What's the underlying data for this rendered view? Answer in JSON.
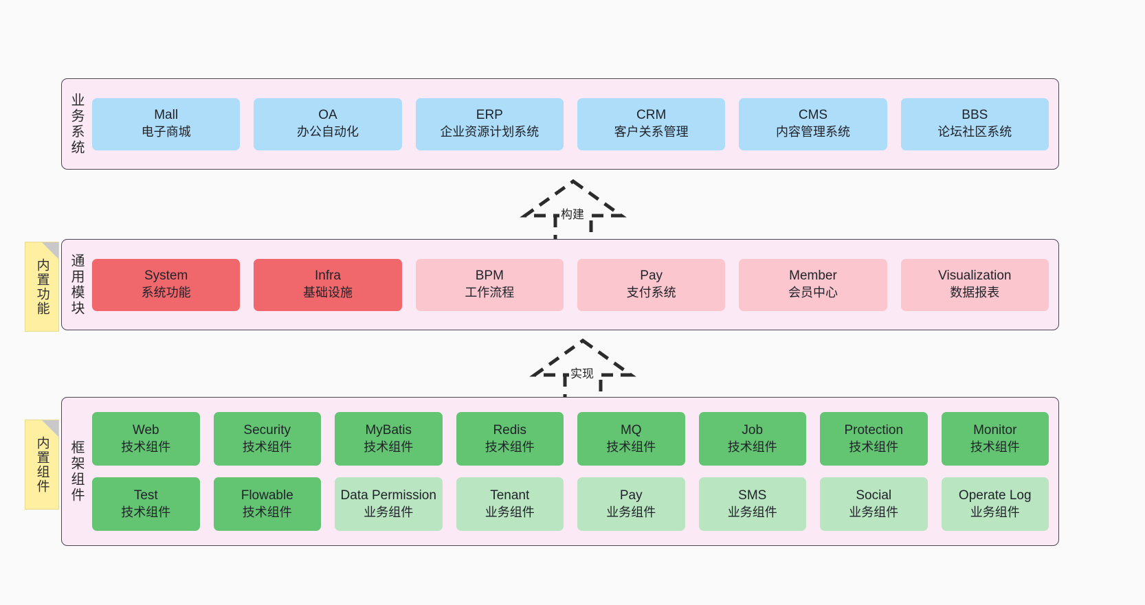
{
  "notes": [
    {
      "text": "内置功能",
      "name": "builtin-features-note"
    },
    {
      "text": "内置组件",
      "name": "builtin-components-note"
    }
  ],
  "arrows": [
    {
      "label": "构建",
      "name": "build-arrow"
    },
    {
      "label": "实现",
      "name": "implement-arrow"
    }
  ],
  "layers": [
    {
      "id": "business-systems",
      "title": "业务系统",
      "rows": [
        [
          {
            "title": "Mall",
            "sub": "电子商城",
            "color": "c-blue"
          },
          {
            "title": "OA",
            "sub": "办公自动化",
            "color": "c-blue"
          },
          {
            "title": "ERP",
            "sub": "企业资源计划系统",
            "color": "c-blue"
          },
          {
            "title": "CRM",
            "sub": "客户关系管理",
            "color": "c-blue"
          },
          {
            "title": "CMS",
            "sub": "内容管理系统",
            "color": "c-blue"
          },
          {
            "title": "BBS",
            "sub": "论坛社区系统",
            "color": "c-blue"
          }
        ]
      ]
    },
    {
      "id": "common-modules",
      "title": "通用模块",
      "rows": [
        [
          {
            "title": "System",
            "sub": "系统功能",
            "color": "c-red"
          },
          {
            "title": "Infra",
            "sub": "基础设施",
            "color": "c-red"
          },
          {
            "title": "BPM",
            "sub": "工作流程",
            "color": "c-pink"
          },
          {
            "title": "Pay",
            "sub": "支付系统",
            "color": "c-pink"
          },
          {
            "title": "Member",
            "sub": "会员中心",
            "color": "c-pink"
          },
          {
            "title": "Visualization",
            "sub": "数据报表",
            "color": "c-pink"
          }
        ]
      ]
    },
    {
      "id": "framework-components",
      "title": "框架组件",
      "rows": [
        [
          {
            "title": "Web",
            "sub": "技术组件",
            "color": "c-green"
          },
          {
            "title": "Security",
            "sub": "技术组件",
            "color": "c-green"
          },
          {
            "title": "MyBatis",
            "sub": "技术组件",
            "color": "c-green"
          },
          {
            "title": "Redis",
            "sub": "技术组件",
            "color": "c-green"
          },
          {
            "title": "MQ",
            "sub": "技术组件",
            "color": "c-green"
          },
          {
            "title": "Job",
            "sub": "技术组件",
            "color": "c-green"
          },
          {
            "title": "Protection",
            "sub": "技术组件",
            "color": "c-green"
          },
          {
            "title": "Monitor",
            "sub": "技术组件",
            "color": "c-green"
          }
        ],
        [
          {
            "title": "Test",
            "sub": "技术组件",
            "color": "c-green"
          },
          {
            "title": "Flowable",
            "sub": "技术组件",
            "color": "c-green"
          },
          {
            "title": "Data Permission",
            "sub": "业务组件",
            "color": "c-green-light"
          },
          {
            "title": "Tenant",
            "sub": "业务组件",
            "color": "c-green-light"
          },
          {
            "title": "Pay",
            "sub": "业务组件",
            "color": "c-green-light"
          },
          {
            "title": "SMS",
            "sub": "业务组件",
            "color": "c-green-light"
          },
          {
            "title": "Social",
            "sub": "业务组件",
            "color": "c-green-light"
          },
          {
            "title": "Operate Log",
            "sub": "业务组件",
            "color": "c-green-light"
          }
        ]
      ]
    }
  ],
  "colors": {
    "canvas_bg": "#fafafa",
    "layer_bg": "#fbeaf5",
    "layer_border": "#4a4453",
    "note_bg": "#ffefa0",
    "business": "#aeddfa",
    "module_core": "#f0676c",
    "module_opt": "#fbc6cd",
    "tech_component": "#63c572",
    "biz_component": "#b9e6c0"
  }
}
